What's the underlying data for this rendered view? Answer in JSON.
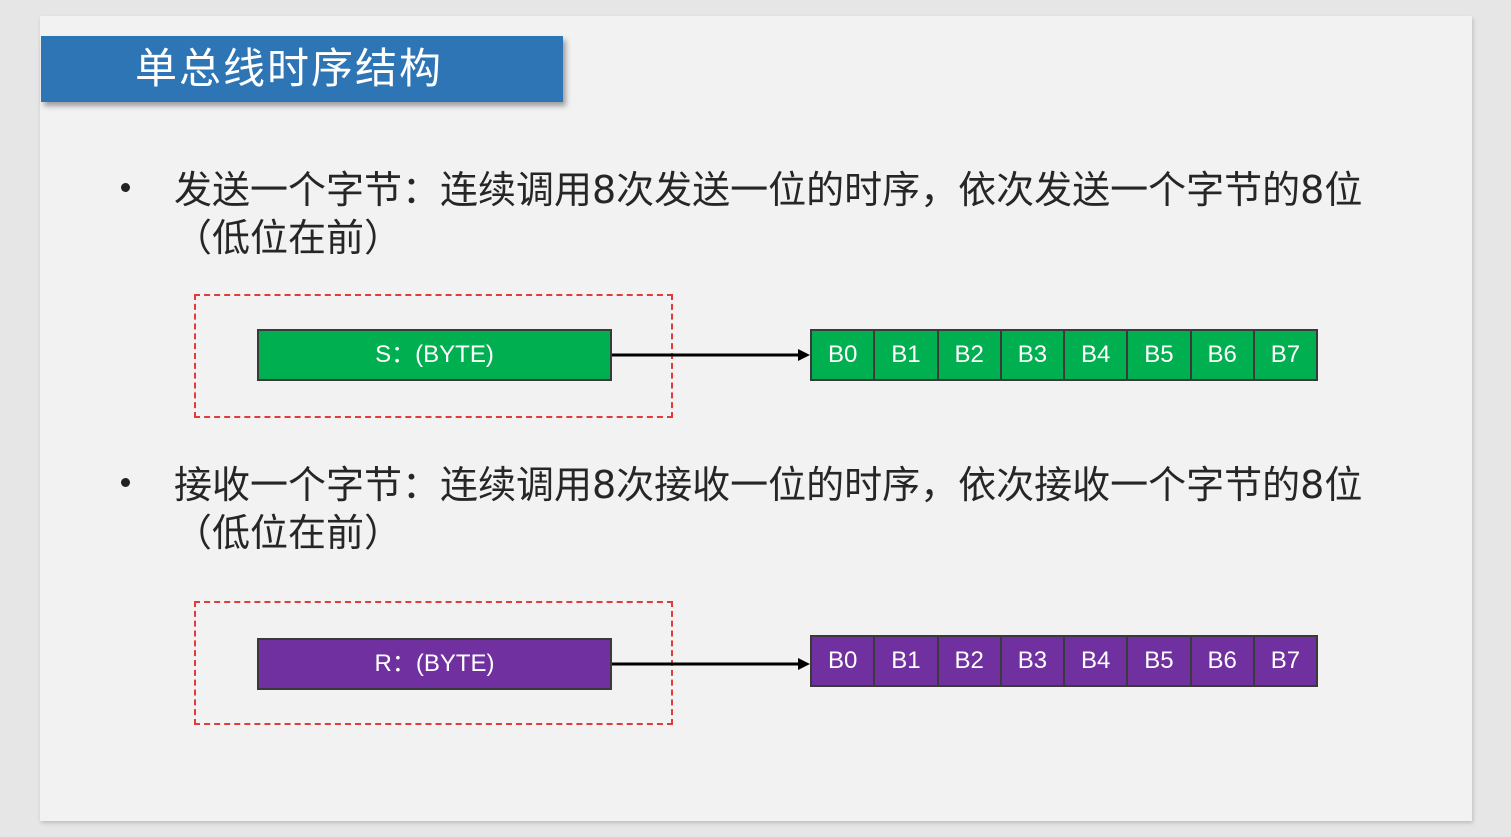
{
  "title": "单总线时序结构",
  "sections": [
    {
      "bullet": "发送一个字节：连续调用8次发送一位的时序，依次发送一个字节的8位（低位在前）",
      "byte_label": "S：(BYTE)",
      "bits": [
        "B0",
        "B1",
        "B2",
        "B3",
        "B4",
        "B5",
        "B6",
        "B7"
      ],
      "color": "#00b050"
    },
    {
      "bullet": "接收一个字节：连续调用8次接收一位的时序，依次接收一个字节的8位（低位在前）",
      "byte_label": "R：(BYTE)",
      "bits": [
        "B0",
        "B1",
        "B2",
        "B3",
        "B4",
        "B5",
        "B6",
        "B7"
      ],
      "color": "#7030a0"
    }
  ],
  "colors": {
    "title_bg": "#2e75b6",
    "dashed_frame": "#e03c3c",
    "arrow": "#000000"
  }
}
